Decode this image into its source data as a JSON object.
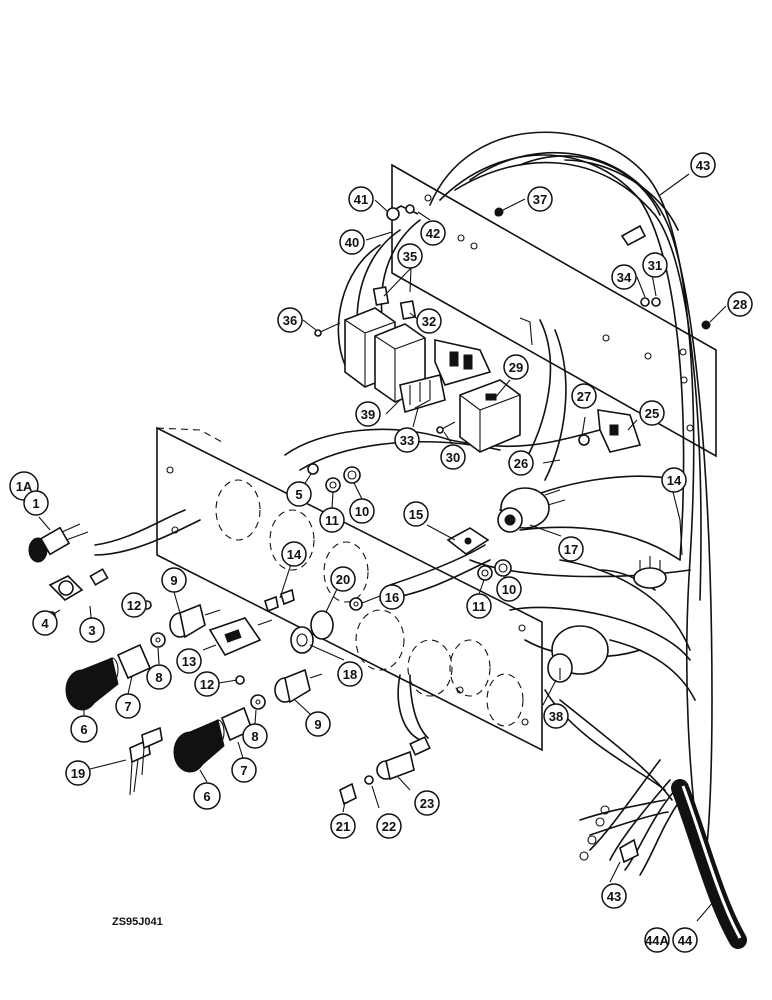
{
  "figure": {
    "drawing_code": "ZS95J041"
  },
  "callouts": [
    {
      "id": "c-1A",
      "label": "1A"
    },
    {
      "id": "c-1",
      "label": "1"
    },
    {
      "id": "c-3",
      "label": "3"
    },
    {
      "id": "c-4",
      "label": "4"
    },
    {
      "id": "c-5",
      "label": "5"
    },
    {
      "id": "c-6a",
      "label": "6"
    },
    {
      "id": "c-6b",
      "label": "6"
    },
    {
      "id": "c-7a",
      "label": "7"
    },
    {
      "id": "c-7b",
      "label": "7"
    },
    {
      "id": "c-8a",
      "label": "8"
    },
    {
      "id": "c-8b",
      "label": "8"
    },
    {
      "id": "c-9a",
      "label": "9"
    },
    {
      "id": "c-9b",
      "label": "9"
    },
    {
      "id": "c-10a",
      "label": "10"
    },
    {
      "id": "c-10b",
      "label": "10"
    },
    {
      "id": "c-11a",
      "label": "11"
    },
    {
      "id": "c-11b",
      "label": "11"
    },
    {
      "id": "c-12a",
      "label": "12"
    },
    {
      "id": "c-12b",
      "label": "12"
    },
    {
      "id": "c-13",
      "label": "13"
    },
    {
      "id": "c-14a",
      "label": "14"
    },
    {
      "id": "c-14b",
      "label": "14"
    },
    {
      "id": "c-15",
      "label": "15"
    },
    {
      "id": "c-16",
      "label": "16"
    },
    {
      "id": "c-17",
      "label": "17"
    },
    {
      "id": "c-18",
      "label": "18"
    },
    {
      "id": "c-19",
      "label": "19"
    },
    {
      "id": "c-20",
      "label": "20"
    },
    {
      "id": "c-21",
      "label": "21"
    },
    {
      "id": "c-22",
      "label": "22"
    },
    {
      "id": "c-23",
      "label": "23"
    },
    {
      "id": "c-25",
      "label": "25"
    },
    {
      "id": "c-26",
      "label": "26"
    },
    {
      "id": "c-27",
      "label": "27"
    },
    {
      "id": "c-28",
      "label": "28"
    },
    {
      "id": "c-29",
      "label": "29"
    },
    {
      "id": "c-30",
      "label": "30"
    },
    {
      "id": "c-31",
      "label": "31"
    },
    {
      "id": "c-32",
      "label": "32"
    },
    {
      "id": "c-33",
      "label": "33"
    },
    {
      "id": "c-34",
      "label": "34"
    },
    {
      "id": "c-35",
      "label": "35"
    },
    {
      "id": "c-36",
      "label": "36"
    },
    {
      "id": "c-37",
      "label": "37"
    },
    {
      "id": "c-38",
      "label": "38"
    },
    {
      "id": "c-39",
      "label": "39"
    },
    {
      "id": "c-40",
      "label": "40"
    },
    {
      "id": "c-41",
      "label": "41"
    },
    {
      "id": "c-42",
      "label": "42"
    },
    {
      "id": "c-43a",
      "label": "43"
    },
    {
      "id": "c-43b",
      "label": "43"
    },
    {
      "id": "c-44A",
      "label": "44A"
    },
    {
      "id": "c-44",
      "label": "44"
    }
  ]
}
